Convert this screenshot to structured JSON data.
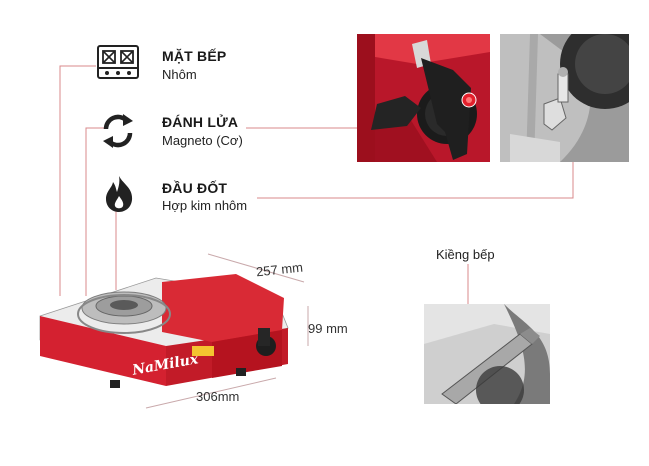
{
  "features": [
    {
      "title": "MẶT BẾP",
      "value": "Nhôm",
      "icon": "cooktop-icon"
    },
    {
      "title": "ĐÁNH LỬA",
      "value": "Magneto (Cơ)",
      "icon": "ignition-cycle-icon"
    },
    {
      "title": "ĐẦU ĐỐT",
      "value": "Hợp kim nhôm",
      "icon": "flame-icon"
    }
  ],
  "dimensions": {
    "depth": "257 mm",
    "height": "99 mm",
    "width": "306mm"
  },
  "brand": "NaMilux",
  "callout": {
    "pot_support": "Kiềng bếp"
  },
  "colors": {
    "stove_red": "#d9232e",
    "line": "#d7898c"
  }
}
